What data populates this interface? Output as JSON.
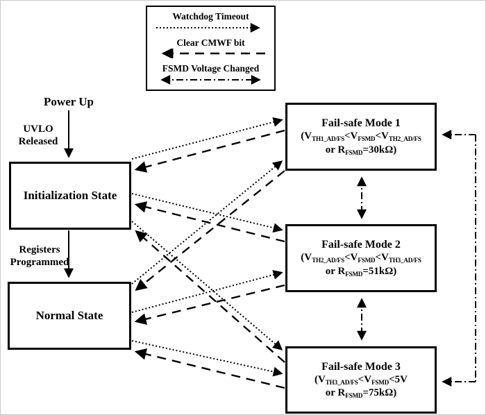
{
  "legend": {
    "items": [
      {
        "label": "Watchdog Timeout",
        "line_style": "dotted",
        "direction": "right"
      },
      {
        "label": "Clear CMWF bit",
        "line_style": "dashed",
        "direction": "left"
      },
      {
        "label": "FSMD Voltage Changed",
        "line_style": "dash-dot",
        "direction": "both"
      }
    ]
  },
  "states": {
    "power_up": "Power Up",
    "uvlo": {
      "line1": "UVLO",
      "line2": "Released"
    },
    "initialization": "Initialization State",
    "registers": {
      "line1": "Registers",
      "line2": "Programmed"
    },
    "normal": "Normal State"
  },
  "modes": [
    {
      "title": "Fail-safe Mode 1",
      "condition": [
        {
          "t": "(V"
        },
        {
          "s": "TH1_AD/FS"
        },
        {
          "t": "<V"
        },
        {
          "s": "FSMD"
        },
        {
          "t": "<V"
        },
        {
          "s": "TH2_AD/FS"
        }
      ],
      "resistor": [
        {
          "t": "or R"
        },
        {
          "s": "FSMD"
        },
        {
          "t": "=30kΩ)"
        }
      ]
    },
    {
      "title": "Fail-safe Mode 2",
      "condition": [
        {
          "t": "(V"
        },
        {
          "s": "TH2_AD/FS"
        },
        {
          "t": "<V"
        },
        {
          "s": "FSMD"
        },
        {
          "t": "<V"
        },
        {
          "s": "TH3_AD/FS"
        }
      ],
      "resistor": [
        {
          "t": "or R"
        },
        {
          "s": "FSMD"
        },
        {
          "t": "=51kΩ)"
        }
      ]
    },
    {
      "title": "Fail-safe Mode 3",
      "condition": [
        {
          "t": "(V"
        },
        {
          "s": "TH3_AD/FS"
        },
        {
          "t": "<V"
        },
        {
          "s": "FSMD"
        },
        {
          "t": "<5V"
        }
      ],
      "resistor": [
        {
          "t": "or R"
        },
        {
          "s": "FSMD"
        },
        {
          "t": "=75kΩ)"
        }
      ]
    }
  ],
  "transitions": [
    {
      "from": "Power Up",
      "to": "Initialization State",
      "label": "UVLO Released",
      "type": "solid"
    },
    {
      "from": "Initialization State",
      "to": "Normal State",
      "label": "Registers Programmed",
      "type": "solid"
    },
    {
      "from": "Initialization State",
      "to": "Fail-safe Mode 1",
      "type": "watchdog-timeout"
    },
    {
      "from": "Initialization State",
      "to": "Fail-safe Mode 2",
      "type": "watchdog-timeout"
    },
    {
      "from": "Initialization State",
      "to": "Fail-safe Mode 3",
      "type": "watchdog-timeout"
    },
    {
      "from": "Normal State",
      "to": "Fail-safe Mode 1",
      "type": "watchdog-timeout"
    },
    {
      "from": "Normal State",
      "to": "Fail-safe Mode 2",
      "type": "watchdog-timeout"
    },
    {
      "from": "Normal State",
      "to": "Fail-safe Mode 3",
      "type": "watchdog-timeout"
    },
    {
      "from": "Fail-safe Mode 1",
      "to": "Initialization State",
      "type": "clear-cmwf-bit"
    },
    {
      "from": "Fail-safe Mode 2",
      "to": "Initialization State",
      "type": "clear-cmwf-bit"
    },
    {
      "from": "Fail-safe Mode 3",
      "to": "Initialization State",
      "type": "clear-cmwf-bit"
    },
    {
      "from": "Fail-safe Mode 1",
      "to": "Normal State",
      "type": "clear-cmwf-bit"
    },
    {
      "from": "Fail-safe Mode 2",
      "to": "Normal State",
      "type": "clear-cmwf-bit"
    },
    {
      "from": "Fail-safe Mode 3",
      "to": "Normal State",
      "type": "clear-cmwf-bit"
    },
    {
      "from": "Fail-safe Mode 1",
      "to": "Fail-safe Mode 2",
      "type": "fsmd-voltage-changed",
      "bidirectional": true
    },
    {
      "from": "Fail-safe Mode 2",
      "to": "Fail-safe Mode 3",
      "type": "fsmd-voltage-changed",
      "bidirectional": true
    },
    {
      "from": "Fail-safe Mode 1",
      "to": "Fail-safe Mode 3",
      "type": "fsmd-voltage-changed",
      "bidirectional": true
    }
  ],
  "colors": {
    "line": "#000000",
    "background": "#ffffff",
    "page_border": "#c9c9c9"
  }
}
